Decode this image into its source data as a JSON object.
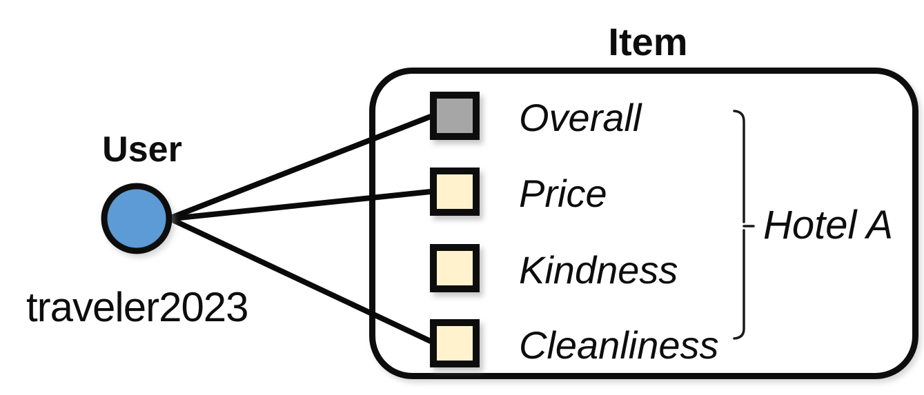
{
  "diagram": {
    "type": "user-item-aspect-graph",
    "user_section": {
      "title": "User",
      "node_label": "traveler2023"
    },
    "item_section": {
      "title": "Item",
      "group_label": "Hotel A",
      "aspects": [
        {
          "label": "Overall",
          "fill": "#A6A6A6",
          "connected_to_user": true
        },
        {
          "label": "Price",
          "fill": "#FFF2CC",
          "connected_to_user": true
        },
        {
          "label": "Kindness",
          "fill": "#FFF2CC",
          "connected_to_user": false
        },
        {
          "label": "Cleanliness",
          "fill": "#FFF2CC",
          "connected_to_user": true
        }
      ]
    },
    "edges": [
      {
        "from": "traveler2023",
        "to": "Overall"
      },
      {
        "from": "traveler2023",
        "to": "Price"
      },
      {
        "from": "traveler2023",
        "to": "Cleanliness"
      }
    ],
    "colors": {
      "user_node_fill": "#5B9BD5",
      "overall_node_fill": "#A6A6A6",
      "aspect_node_fill": "#FFF2CC",
      "stroke": "#0a0a0a"
    }
  }
}
